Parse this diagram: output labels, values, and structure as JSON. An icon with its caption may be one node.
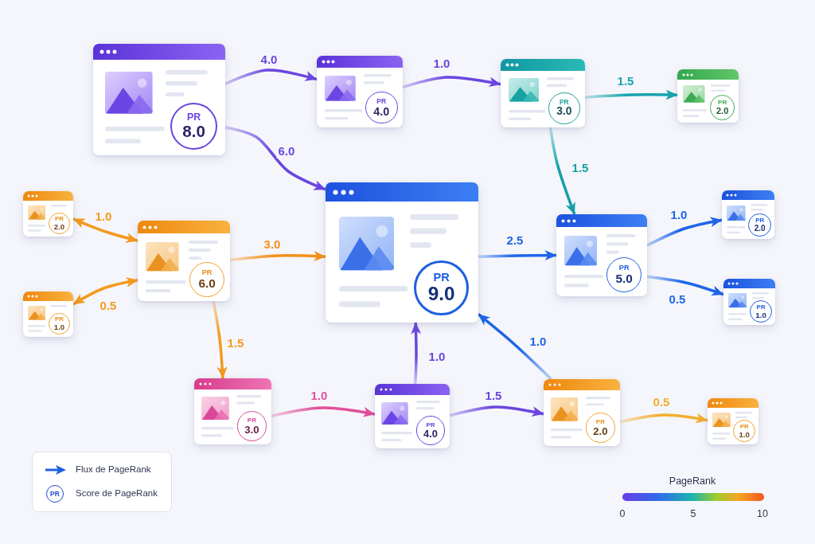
{
  "diagram": {
    "nodes": [
      {
        "text": [
          "PR",
          "8.0"
        ]
      },
      {
        "text": [
          "PR",
          "4.0"
        ]
      },
      {
        "text": [
          "PR",
          "3.0"
        ]
      },
      {
        "text": [
          "PR",
          "2.0"
        ]
      },
      {
        "text": [
          "PR",
          "2.0"
        ]
      },
      {
        "text": [
          "PR",
          "9.0"
        ]
      },
      {
        "text": [
          "PR",
          "6.0"
        ]
      },
      {
        "text": [
          "PR",
          "5.0"
        ]
      },
      {
        "text": [
          "PR",
          "2.0"
        ]
      },
      {
        "text": [
          "PR",
          "1.0"
        ]
      },
      {
        "text": [
          "PR",
          "1.0"
        ]
      },
      {
        "text": [
          "PR",
          "3.0"
        ]
      },
      {
        "text": [
          "PR",
          "4.0"
        ]
      },
      {
        "text": [
          "PR",
          "2.0"
        ]
      },
      {
        "text": [
          "PR",
          "1.0"
        ]
      }
    ],
    "edges": [
      {
        "from": 0,
        "to": 1,
        "arrow": "to",
        "label": "4.0",
        "color": "#6b46e0"
      },
      {
        "from": 1,
        "to": 2,
        "arrow": "to",
        "label": "1.0",
        "color": "#6b46e0"
      },
      {
        "from": 2,
        "to": 3,
        "arrow": "to",
        "label": "1.5",
        "color": "#17a5ad"
      },
      {
        "from": 0,
        "to": 5,
        "arrow": "to",
        "label": "6.0",
        "color": "#6b46e0"
      },
      {
        "from": 2,
        "to": 7,
        "arrow": "to",
        "label": "1.5",
        "color": "#17a0a8"
      },
      {
        "from": 4,
        "to": 6,
        "arrow": "both",
        "label": "1.0",
        "color": "#f39a1e"
      },
      {
        "from": 9,
        "to": 6,
        "arrow": "both",
        "label": "0.5",
        "color": "#f39a1e"
      },
      {
        "from": 6,
        "to": 5,
        "arrow": "to",
        "label": "3.0",
        "color": "#f3901a"
      },
      {
        "from": 5,
        "to": 7,
        "arrow": "to",
        "label": "2.5",
        "color": "#1f66e8"
      },
      {
        "from": 7,
        "to": 8,
        "arrow": "to",
        "label": "1.0",
        "color": "#1f66e8"
      },
      {
        "from": 7,
        "to": 10,
        "arrow": "to",
        "label": "0.5",
        "color": "#1f66e8"
      },
      {
        "from": 6,
        "to": 11,
        "arrow": "to",
        "label": "1.5",
        "color": "#f39a1e"
      },
      {
        "from": 11,
        "to": 12,
        "arrow": "to",
        "label": "1.0",
        "color": "#e0509a"
      },
      {
        "from": 12,
        "to": 5,
        "arrow": "to",
        "label": "1.0",
        "color": "#6b46e0"
      },
      {
        "from": 12,
        "to": 13,
        "arrow": "to",
        "label": "1.5",
        "color": "#6b46e0"
      },
      {
        "from": 13,
        "to": 5,
        "arrow": "to",
        "label": "1.0",
        "color": "#1f66e8"
      },
      {
        "from": 13,
        "to": 14,
        "arrow": "to",
        "label": "0.5",
        "color": "#f2ae2e"
      }
    ],
    "labels": [
      "PR",
      "PageRank",
      "0",
      "5",
      "10"
    ],
    "legend": [
      {
        "text": "Flux de PageRank"
      },
      {
        "text": "Score de PageRank"
      }
    ]
  }
}
